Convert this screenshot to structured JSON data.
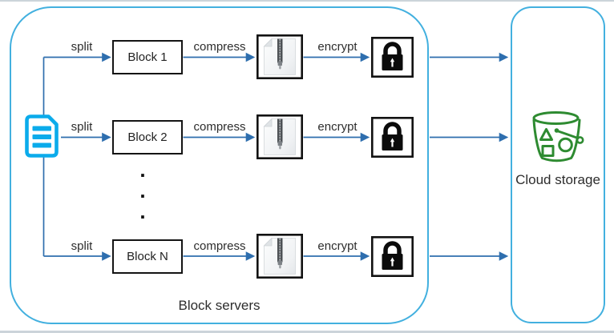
{
  "diagram": {
    "block_servers_panel": {
      "label": "Block servers"
    },
    "cloud_storage_panel": {
      "label": "Cloud storage",
      "icon": "bucket-icon"
    },
    "source_file": {
      "icon": "document-icon"
    },
    "rows": [
      {
        "split": "split",
        "block": "Block 1",
        "compress": "compress",
        "encrypt": "encrypt",
        "compressed_icon": "zip-file-icon",
        "encrypted_icon": "padlock-icon"
      },
      {
        "split": "split",
        "block": "Block 2",
        "compress": "compress",
        "encrypt": "encrypt",
        "compressed_icon": "zip-file-icon",
        "encrypted_icon": "padlock-icon"
      },
      {
        "split": "split",
        "block": "Block N",
        "compress": "compress",
        "encrypt": "encrypt",
        "compressed_icon": "zip-file-icon",
        "encrypted_icon": "padlock-icon"
      }
    ],
    "ellipsis": [
      ".",
      ".",
      "."
    ]
  },
  "colors": {
    "panel_border": "#42B0DF",
    "arrow": "#2E6EAE",
    "document_icon": "#0BABEB",
    "bucket_icon": "#2E8B31",
    "text": "#2D2D2D",
    "box_border": "#141414",
    "edge_strip": "#CCD4DA"
  }
}
